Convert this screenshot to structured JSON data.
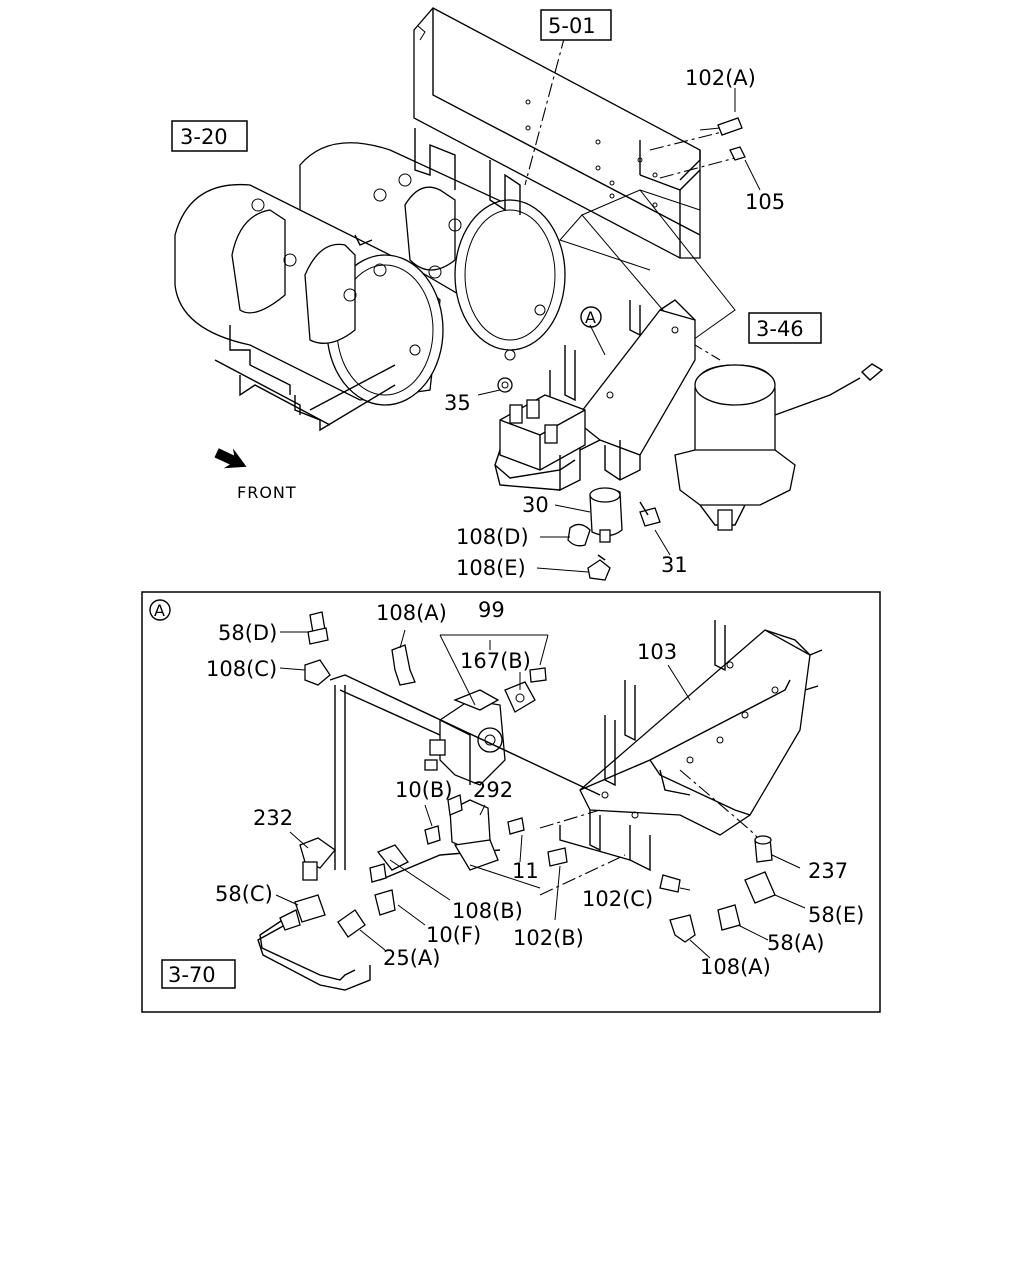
{
  "refs": {
    "r501": "5-01",
    "r320": "3-20",
    "r346": "3-46",
    "r370": "3-70"
  },
  "detail_marker": "A",
  "front_label": "FRONT",
  "callouts": {
    "c102a": "102(A)",
    "c105": "105",
    "c35": "35",
    "c30": "30",
    "c31": "31",
    "c108d": "108(D)",
    "c108e": "108(E)",
    "c58d": "58(D)",
    "c108c": "108(C)",
    "c108a_top": "108(A)",
    "c99": "99",
    "c167b": "167(B)",
    "c103": "103",
    "c232": "232",
    "c10b": "10(B)",
    "c292": "292",
    "c11": "11",
    "c58c": "58(C)",
    "c108b": "108(B)",
    "c10f": "10(F)",
    "c25a": "25(A)",
    "c102b": "102(B)",
    "c102c": "102(C)",
    "c237": "237",
    "c58e": "58(E)",
    "c58a": "58(A)",
    "c108a_bot": "108(A)"
  }
}
